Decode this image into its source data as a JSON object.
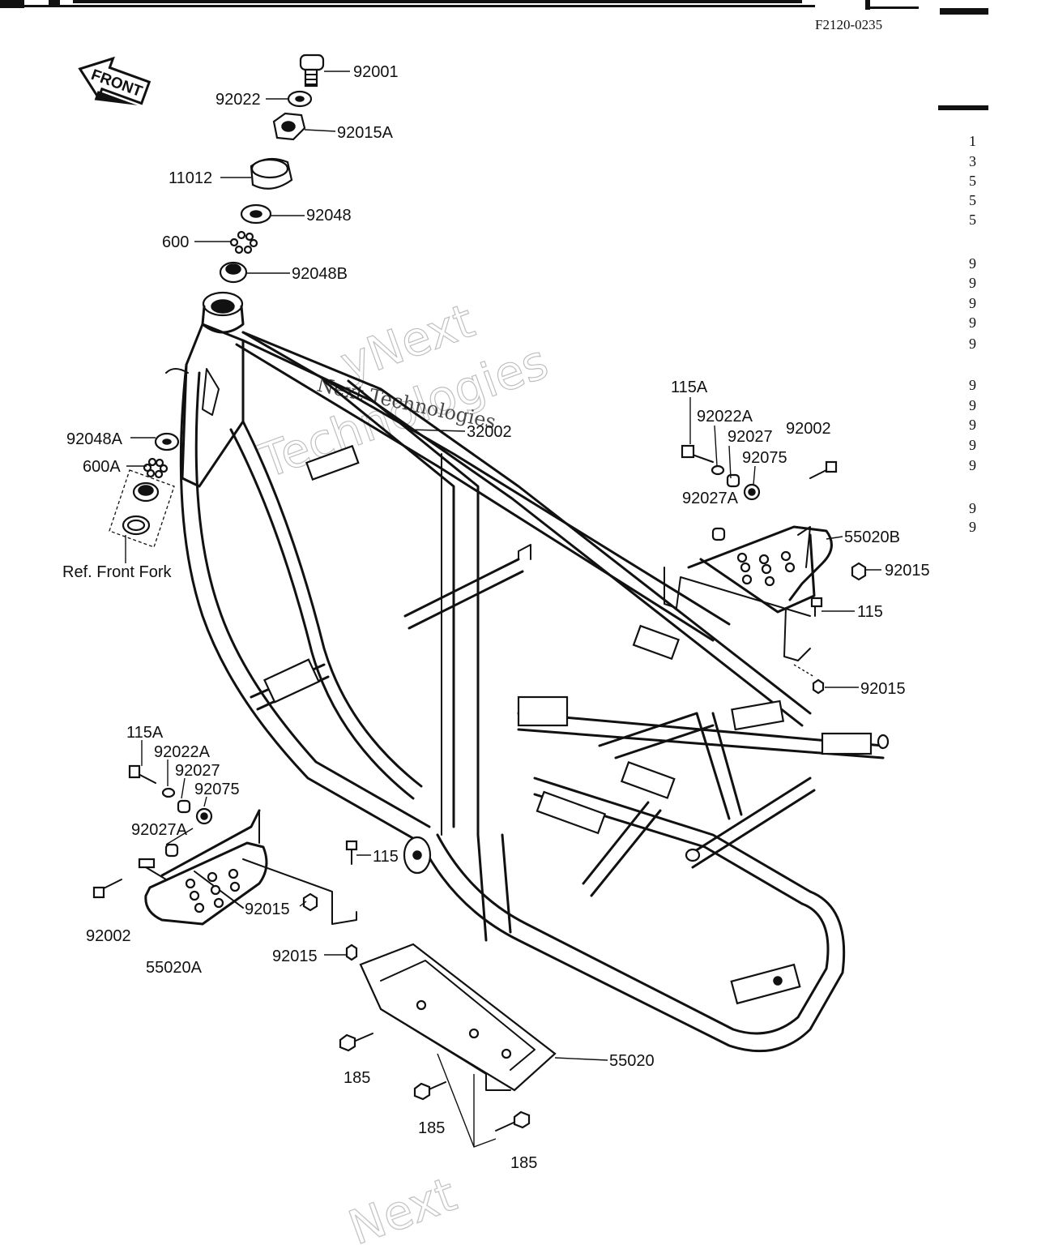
{
  "header": {
    "ref_code": "F2120-0235",
    "front_arrow": "FRONT"
  },
  "watermark": {
    "line1": "yNext",
    "line2": "Technologies",
    "line3": "Next Technologies"
  },
  "callouts": {
    "p92001": "92001",
    "p92022": "92022",
    "p92015A": "92015A",
    "p11012": "11012",
    "p92048": "92048",
    "p600": "600",
    "p92048B": "92048B",
    "p32002": "32002",
    "p92048A": "92048A",
    "p600A": "600A",
    "ref_front_fork": "Ref. Front Fork",
    "r115A": "115A",
    "r92022A": "92022A",
    "r92027": "92027",
    "r92002": "92002",
    "r92075": "92075",
    "r92027A": "92027A",
    "r55020B": "55020B",
    "r92015a": "92015",
    "r115": "115",
    "r92015b": "92015",
    "l115A": "115A",
    "l92022A": "92022A",
    "l92027": "92027",
    "l92075": "92075",
    "l92027A": "92027A",
    "l92002": "92002",
    "l55020A": "55020A",
    "l92015": "92015",
    "c115": "115",
    "c92015": "92015",
    "p55020": "55020",
    "b185a": "185",
    "b185b": "185",
    "b185c": "185"
  },
  "right_margin": [
    "1",
    "3",
    "5",
    "5",
    "5",
    "9",
    "9",
    "9",
    "9",
    "9",
    "9",
    "9",
    "9",
    "9",
    "9",
    "9",
    "9"
  ]
}
